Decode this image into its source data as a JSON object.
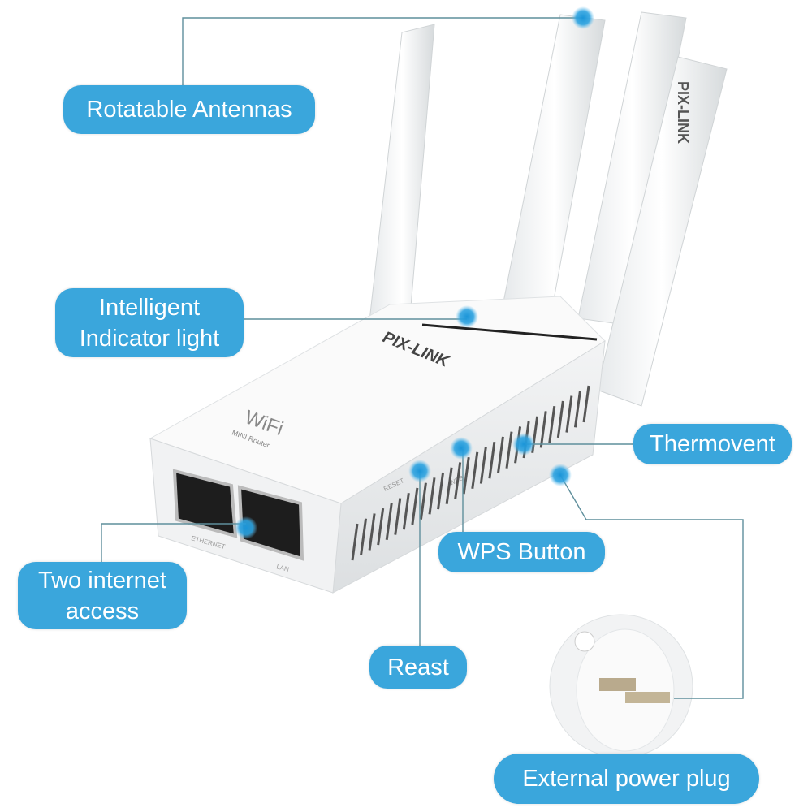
{
  "labels": {
    "antennas": "Rotatable Antennas",
    "indicator_line1": "Intelligent",
    "indicator_line2": "Indicator light",
    "thermovent": "Thermovent",
    "wps": "WPS Button",
    "internet_line1": "Two internet",
    "internet_line2": "access",
    "reset": "Reast",
    "power": "External power plug"
  },
  "device": {
    "brand": "PIX-LINK",
    "wifi_logo": "WiFi",
    "model": "MINI Router",
    "port_label_1": "ETHERNET",
    "port_label_2": "LAN",
    "reset_label": "RESET",
    "wps_label": "WPS"
  },
  "colors": {
    "accent": "#3aa6dc",
    "leader_line": "#5f8f9c"
  }
}
